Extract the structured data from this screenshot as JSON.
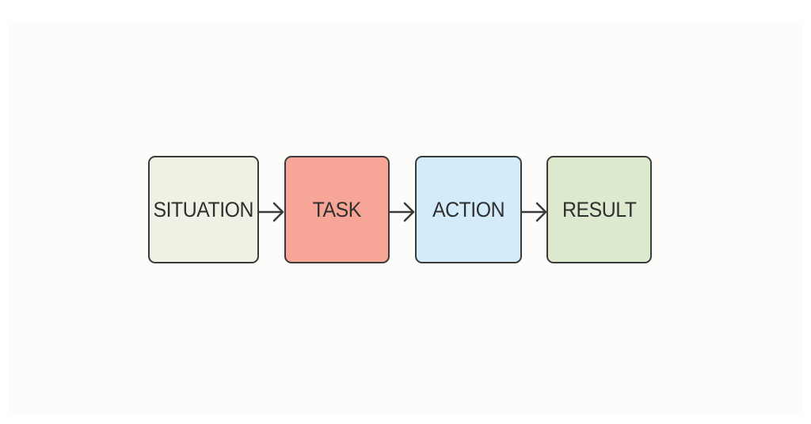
{
  "diagram": {
    "steps": [
      {
        "label": "SITUATION",
        "color": "#edf2e5"
      },
      {
        "label": "TASK",
        "color": "#f7a597"
      },
      {
        "label": "ACTION",
        "color": "#d4ebfa"
      },
      {
        "label": "RESULT",
        "color": "#dde9cf"
      }
    ],
    "border_color": "#3a3a3a",
    "arrow_color": "#3a3a3a",
    "background_color": "#ffffff"
  }
}
